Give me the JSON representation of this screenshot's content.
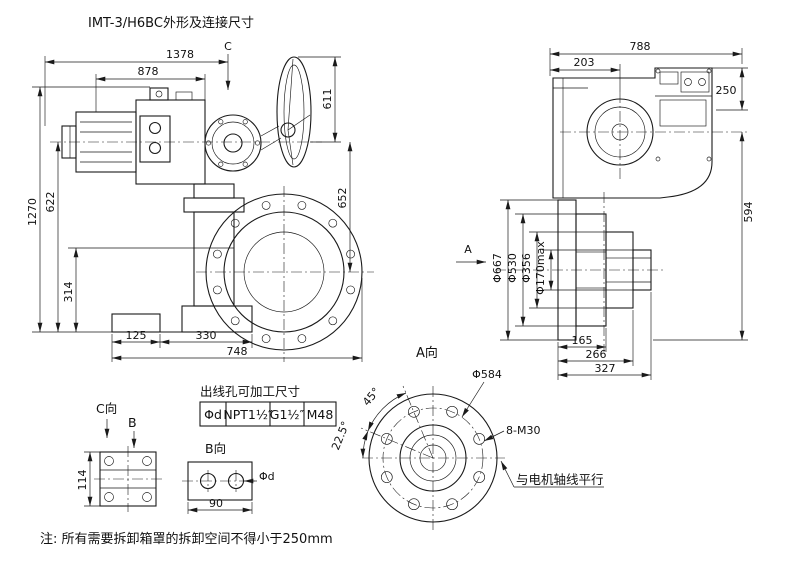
{
  "title": "IMT-3/H6BC外形及连接尺寸",
  "note": "注: 所有需要拆卸箱罩的拆卸空间不得小于250mm",
  "front": {
    "dim_1378": "1378",
    "dim_878": "878",
    "label_c": "C",
    "dim_1270": "1270",
    "dim_622": "622",
    "dim_314": "314",
    "dim_611": "611",
    "dim_652": "652",
    "dim_125": "125",
    "dim_330": "330",
    "dim_748": "748"
  },
  "side": {
    "dim_788": "788",
    "dim_203": "203",
    "dim_250": "250",
    "dim_594": "594",
    "dia_667": "Φ667",
    "dia_530": "Φ530",
    "dia_356": "Φ356",
    "dia_170": "Φ170max",
    "label_a": "A",
    "dim_165": "165",
    "dim_266": "266",
    "dim_327": "327"
  },
  "view_a": {
    "label": "A向",
    "dia_584": "Φ584",
    "angle_45": "45°",
    "angle_225": "22.5°",
    "bolt_spec": "8-M30",
    "axis_note": "与电机轴线平行"
  },
  "view_c": {
    "label": "C向",
    "label_b": "B",
    "dim_114": "114"
  },
  "view_b": {
    "label": "B向",
    "dia_d": "Φd",
    "dim_90": "90"
  },
  "table": {
    "title": "出线孔可加工尺寸",
    "cells": [
      "Φd",
      "NPT1½″",
      "G1½″",
      "M48"
    ]
  }
}
